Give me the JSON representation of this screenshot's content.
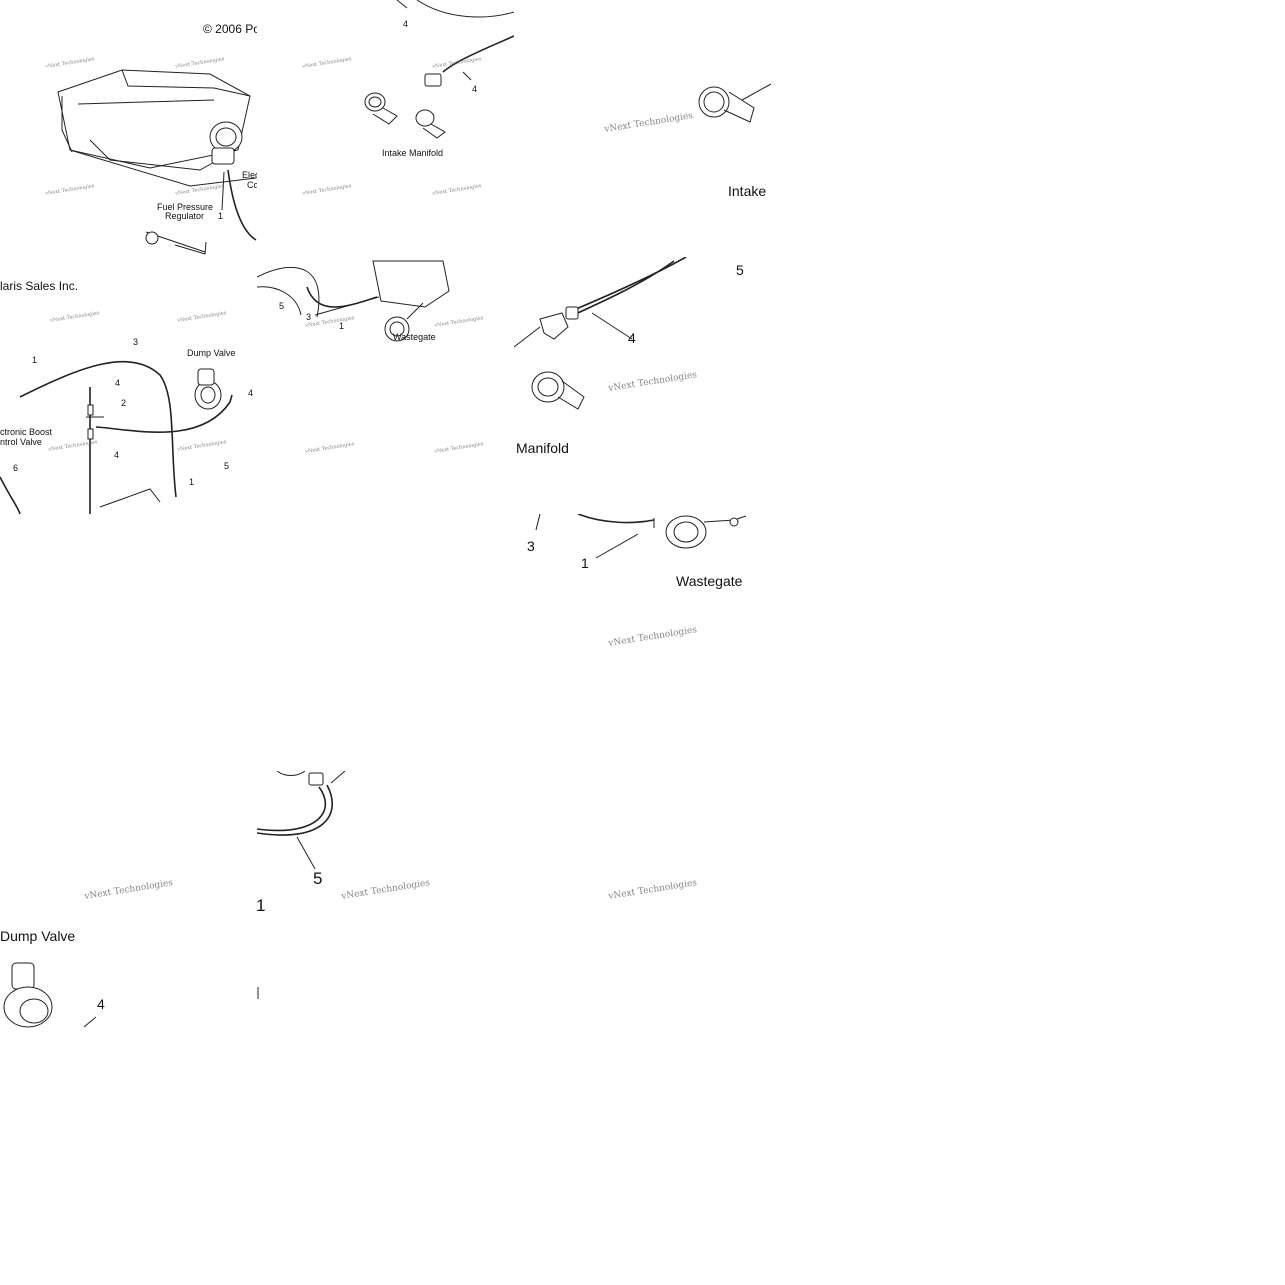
{
  "copyright": "© 2006 Po",
  "sales_fragment": "laris Sales Inc.",
  "watermark": "vNext Technologies",
  "labels": {
    "electronic_boost_control_top_a": "Elec",
    "electronic_boost_control_top_b": "Co",
    "fuel_pressure_regulator_a": "Fuel Pressure",
    "fuel_pressure_regulator_b": "Regulator",
    "intake_manifold": "Intake Manifold",
    "intake": "Intake",
    "manifold": "Manifold",
    "wastegate": "Wastegate",
    "dump_valve": "Dump Valve",
    "electronic_boost_a": "ctronic Boost",
    "electronic_boost_b": "ntrol Valve"
  },
  "callouts": [
    "1",
    "2",
    "3",
    "4",
    "5",
    "6"
  ]
}
